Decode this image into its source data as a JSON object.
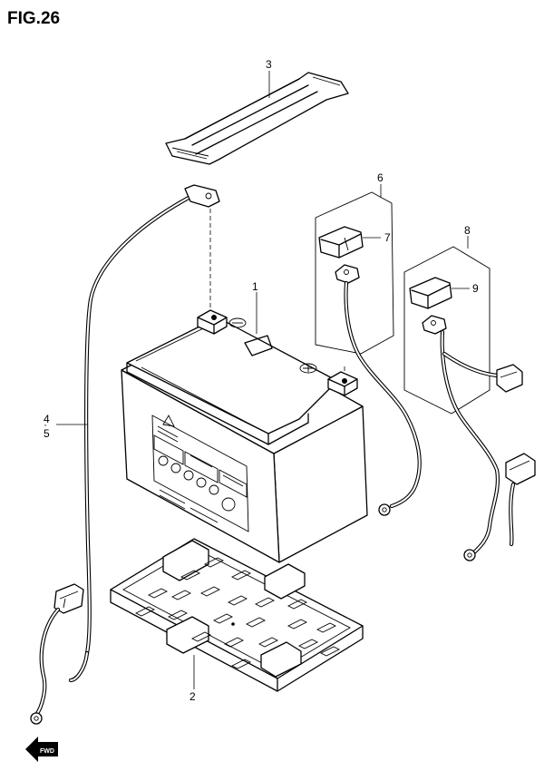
{
  "figure": {
    "title": "FIG.26"
  },
  "callouts": {
    "battery": "1",
    "tray": "2",
    "strap": "3",
    "wire_a": "4",
    "wire_sep": "·",
    "wire_b": "5",
    "plus_lead_set": "6",
    "plus_cover": "7",
    "minus_lead_set": "8",
    "minus_cover": "9"
  },
  "direction": {
    "label": "FWD"
  }
}
